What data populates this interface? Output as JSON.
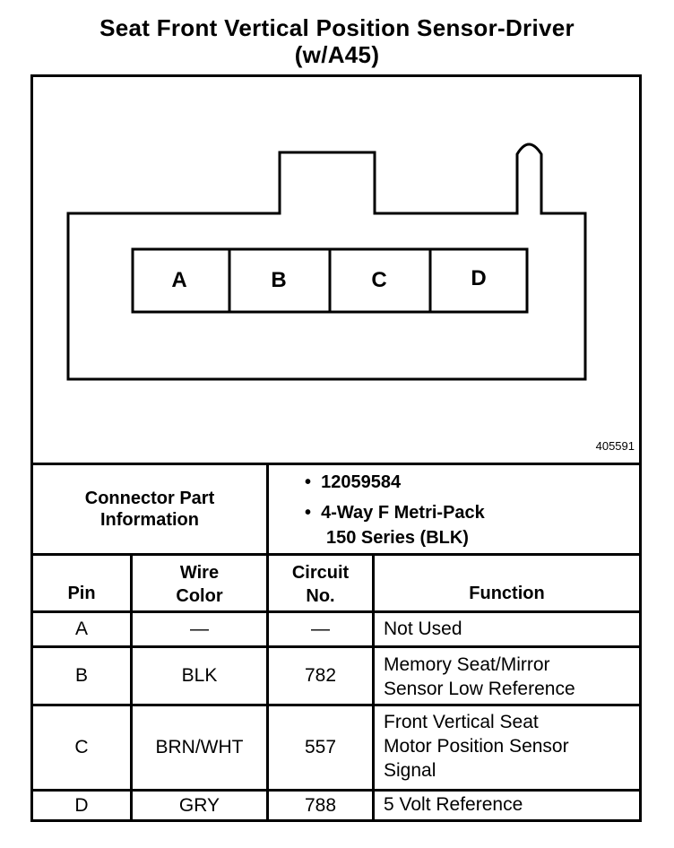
{
  "title": {
    "line1": "Seat Front Vertical Position Sensor-Driver",
    "line2": "(w/A45)"
  },
  "diagram": {
    "pins": [
      "A",
      "B",
      "C",
      "D"
    ],
    "part_code": "405591"
  },
  "connector_info": {
    "label_line1": "Connector Part",
    "label_line2": "Information",
    "items": [
      "12059584",
      "4-Way F Metri-Pack",
      "150 Series (BLK)"
    ]
  },
  "table": {
    "headers": {
      "pin": "Pin",
      "wire_color_line1": "Wire",
      "wire_color_line2": "Color",
      "circuit_line1": "Circuit",
      "circuit_line2": "No.",
      "function": "Function"
    },
    "rows": [
      {
        "pin": "A",
        "wire": "—",
        "circuit": "—",
        "function": [
          "Not Used"
        ]
      },
      {
        "pin": "B",
        "wire": "BLK",
        "circuit": "782",
        "function": [
          "Memory Seat/Mirror",
          "Sensor Low Reference"
        ]
      },
      {
        "pin": "C",
        "wire": "BRN/WHT",
        "circuit": "557",
        "function": [
          "Front Vertical Seat",
          "Motor Position Sensor",
          "Signal"
        ]
      },
      {
        "pin": "D",
        "wire": "GRY",
        "circuit": "788",
        "function": [
          "5 Volt Reference"
        ]
      }
    ]
  }
}
